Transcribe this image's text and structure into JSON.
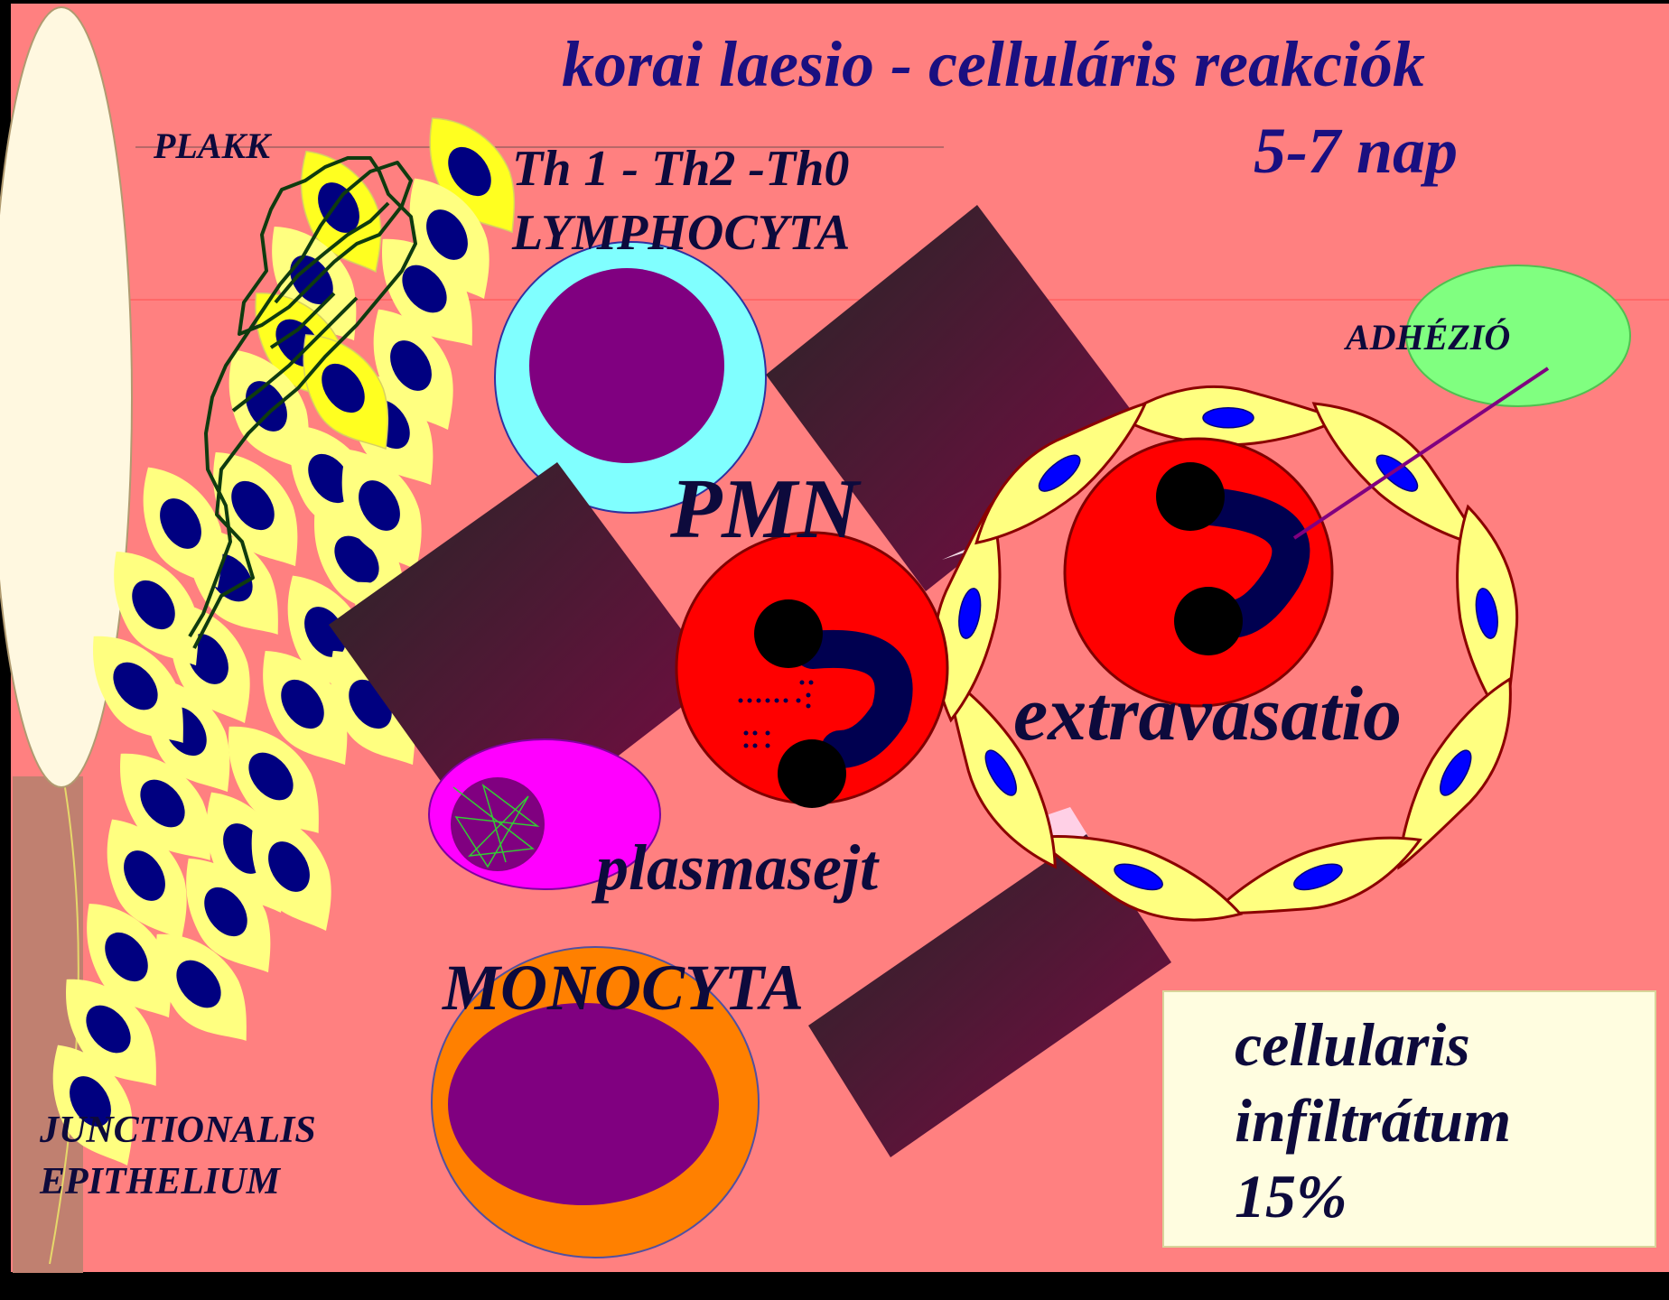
{
  "title": {
    "line1": "korai   laesio  - celluláris reakciók",
    "line2": "5-7 nap"
  },
  "labels": {
    "plakk": "PLAKK",
    "th_types": "Th 1 - Th2  -Th0",
    "lymphocyta": "LYMPHOCYTA",
    "adhezio": "ADHÉZIÓ",
    "pmn": "PMN",
    "extravasatio": "extravasatio",
    "plasmasejt": "plasmasejt",
    "monocyta": "MONOCYTA",
    "junctionalis_line1": "JUNCTIONALIS",
    "junctionalis_line2": "EPITHELIUM"
  },
  "infiltrate_box": {
    "line1": "cellularis",
    "line2": "infiltrátum",
    "line3": "15%"
  },
  "colors": {
    "background": "#ff8080",
    "title_text": "#1a0f80",
    "label_text": "#0d0a3c",
    "epithelial_cell": "#ffff80",
    "nucleus": "#000080",
    "pmn_cell": "#ff0000",
    "lymphocyte_ring": "#80ffff",
    "cell_body": "#800080",
    "monocyte_ring": "#ff8000",
    "plasma_cell": "#ff00ff",
    "adhesion_oval": "#80ff80",
    "plaque_strands": "#003300"
  }
}
